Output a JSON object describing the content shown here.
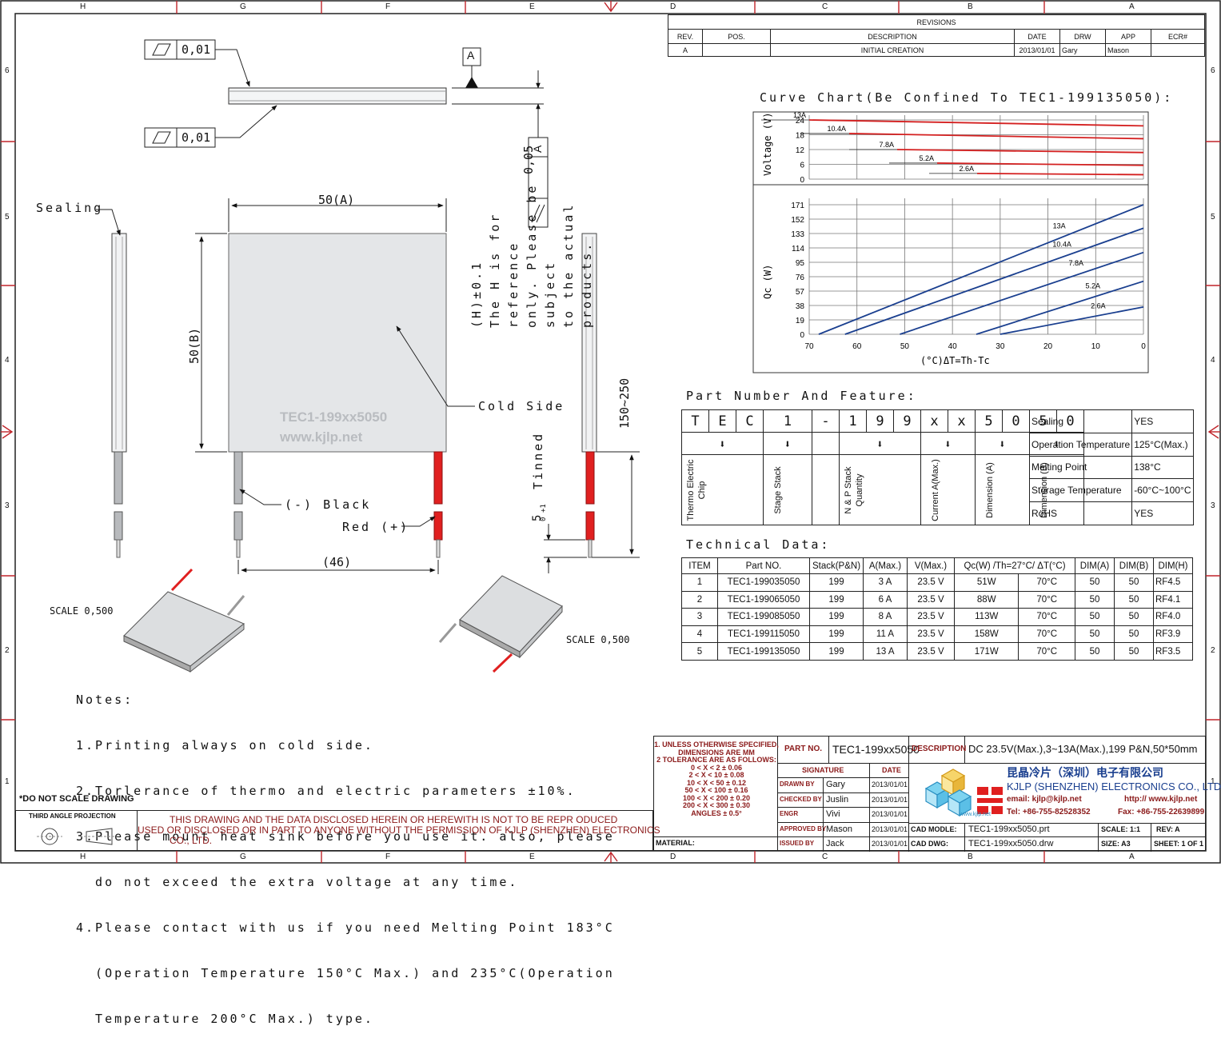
{
  "frame": {
    "zones_top": [
      "H",
      "G",
      "F",
      "E",
      "D",
      "C",
      "B",
      "A"
    ],
    "zones_side": [
      "6",
      "5",
      "4",
      "3",
      "2",
      "1"
    ]
  },
  "revisions": {
    "title": "REVISIONS",
    "headers": [
      "REV.",
      "POS.",
      "DESCRIPTION",
      "DATE",
      "DRW",
      "APP",
      "ECR#"
    ],
    "row": [
      "A",
      "",
      "INITIAL CREATION",
      "2013/01/01",
      "Gary",
      "Mason",
      ""
    ]
  },
  "drawing": {
    "flatness_1": "0,01",
    "flatness_2": "0,01",
    "datum": "A",
    "parallel_value": "0,05",
    "parallel_datum": "A",
    "h_note": [
      "(H)±0.1",
      "The H is for reference",
      "only. Please be subject",
      "to the actual products."
    ],
    "sealing": "Sealing",
    "dim_a": "50(A)",
    "dim_b": "50(B)",
    "module_label": "TEC1-199xx5050",
    "module_url": "www.kjlp.net",
    "cold_side": "Cold Side",
    "black_lead": "(-) Black",
    "red_lead": "Red (+)",
    "dim_46": "(46)",
    "tinned": "Tinned",
    "tin_len": "5",
    "tin_tol_plus": "+1",
    "tin_tol_minus": "0",
    "lead_len": "150~250",
    "scale_left": "SCALE  0,500",
    "scale_right": "SCALE  0,500"
  },
  "notes": {
    "title": "Notes:",
    "lines": [
      "1.Printing always on cold side.",
      "2.Torlerance of thermo and electric parameters ±10%.",
      "3.Please mount heat sink before you use it. also, please",
      "  do not exceed the extra voltage at any time.",
      "4.Please contact with us if you need Melting Point 183°C",
      "  (Operation Temperature 150°C Max.) and 235°C(Operation",
      "  Temperature 200°C Max.) type."
    ],
    "do_not_scale": "*DO NOT SCALE DRAWING"
  },
  "chart_title": "Curve Chart(Be Confined To TEC1-199135050):",
  "chart_data": [
    {
      "type": "line",
      "ylabel": "Voltage (V)",
      "yticks": [
        "24",
        "18",
        "12",
        "6",
        "0"
      ],
      "ylim": [
        0,
        24
      ],
      "xlim": [
        70,
        0
      ],
      "series": [
        {
          "name": "13A",
          "x": [
            70,
            0
          ],
          "y": [
            24.0,
            21.6
          ]
        },
        {
          "name": "10.4A",
          "x": [
            70,
            0
          ],
          "y": [
            18.5,
            16.4
          ]
        },
        {
          "name": "7.8A",
          "x": [
            70,
            0
          ],
          "y": [
            12.0,
            10.8
          ]
        },
        {
          "name": "5.2A",
          "x": [
            70,
            0
          ],
          "y": [
            6.5,
            5.6
          ]
        },
        {
          "name": "2.6A",
          "x": [
            70,
            0
          ],
          "y": [
            2.3,
            1.8
          ]
        }
      ]
    },
    {
      "type": "line",
      "ylabel": "Qc (W)",
      "xlabel": "(°C)ΔT=Th-Tc",
      "yticks": [
        "171",
        "152",
        "133",
        "114",
        "95",
        "76",
        "57",
        "38",
        "19",
        "0"
      ],
      "xticks": [
        "70",
        "60",
        "50",
        "40",
        "30",
        "20",
        "10",
        "0"
      ],
      "ylim": [
        0,
        171
      ],
      "xlim": [
        70,
        0
      ],
      "series": [
        {
          "name": "13A",
          "x": [
            68,
            0
          ],
          "y": [
            0,
            171
          ]
        },
        {
          "name": "10.4A",
          "x": [
            62.5,
            0
          ],
          "y": [
            0,
            140
          ]
        },
        {
          "name": "7.8A",
          "x": [
            51,
            0
          ],
          "y": [
            0,
            108
          ]
        },
        {
          "name": "5.2A",
          "x": [
            35,
            0
          ],
          "y": [
            0,
            70
          ]
        },
        {
          "name": "2.6A",
          "x": [
            30,
            0
          ],
          "y": [
            0,
            36
          ]
        }
      ]
    }
  ],
  "part_number": {
    "title": "Part Number And Feature:",
    "chars": [
      "T",
      "E",
      "C",
      "1",
      "-",
      "1",
      "9",
      "9",
      "x",
      "x",
      "5",
      "0",
      "5",
      "0"
    ],
    "captions": [
      "Thermo Electric Chip",
      "Stage Stack",
      "N & P Stack Quantity",
      "Current A(Max.)",
      "Dimension (A)",
      "Dimension (B)"
    ],
    "features": [
      {
        "label": "Sealing",
        "value": "YES"
      },
      {
        "label": "Operation Temperature",
        "value": "125°C(Max.)"
      },
      {
        "label": "Melting Point",
        "value": "138°C"
      },
      {
        "label": "Storage Temperature",
        "value": "-60°C~100°C"
      },
      {
        "label": "RoHS",
        "value": "YES"
      }
    ]
  },
  "technical": {
    "title": "Technical Data:",
    "headers": [
      "ITEM",
      "Part NO.",
      "Stack(P&N)",
      "A(Max.)",
      "V(Max.)",
      "Qc(W) /Th=27°C/ ΔT(°C)",
      "",
      "DIM(A)",
      "DIM(B)",
      "DIM(H)"
    ],
    "rows": [
      [
        "1",
        "TEC1-199035050",
        "199",
        "3 A",
        "23.5 V",
        "51W",
        "70°C",
        "50",
        "50",
        "RF4.5"
      ],
      [
        "2",
        "TEC1-199065050",
        "199",
        "6 A",
        "23.5 V",
        "88W",
        "70°C",
        "50",
        "50",
        "RF4.1"
      ],
      [
        "3",
        "TEC1-199085050",
        "199",
        "8 A",
        "23.5 V",
        "113W",
        "70°C",
        "50",
        "50",
        "RF4.0"
      ],
      [
        "4",
        "TEC1-199115050",
        "199",
        "11 A",
        "23.5 V",
        "158W",
        "70°C",
        "50",
        "50",
        "RF3.9"
      ],
      [
        "5",
        "TEC1-199135050",
        "199",
        "13 A",
        "23.5 V",
        "171W",
        "70°C",
        "50",
        "50",
        "RF3.5"
      ]
    ]
  },
  "title_block": {
    "tolerance": [
      "1. UNLESS OTHERWISE SPECIFIED,",
      "DIMENSIONS ARE MM",
      "2 TOLERANCE ARE AS FOLLOWS:",
      "0 < X <   2  ± 0.06",
      "2 < X <  10  ± 0.08",
      "10 < X <  50  ± 0.12",
      "50 < X < 100  ± 0.16",
      "100 < X < 200  ± 0.20",
      "200 < X < 300  ± 0.30",
      "ANGLES ± 0.5°"
    ],
    "material": "MATERIAL:",
    "third_angle": "THIRD ANGLE PROJECTION",
    "disclaimer": [
      "THIS DRAWING AND THE DATA DISCLOSED HEREIN OR HEREWITH IS NOT TO BE REPR ODUCED",
      "USED OR DISCLOSED OR IN PART TO ANYONE WITHOUT THE PERMISSION OF KJLP (SHENZHEN) ELECTRONICS",
      "CO., LTD."
    ],
    "part_no_label": "PART NO.",
    "part_no": "TEC1-199xx5050",
    "description_label": "DESCRIPTION",
    "description": "DC 23.5V(Max.),3~13A(Max.),199 P&N,50*50mm",
    "signature": "SIGNATURE",
    "date": "DATE",
    "roles": [
      {
        "role": "DRAWN BY",
        "name": "Gary",
        "date": "2013/01/01"
      },
      {
        "role": "CHECKED BY",
        "name": "Juslin",
        "date": "2013/01/01"
      },
      {
        "role": "ENGR",
        "name": "Vivi",
        "date": "2013/01/01"
      },
      {
        "role": "APPROVED BY",
        "name": "Mason",
        "date": "2013/01/01"
      },
      {
        "role": "ISSUED BY",
        "name": "Jack",
        "date": "2013/01/01"
      }
    ],
    "company_cn": "昆晶冷片（深圳）电子有限公司",
    "company_en": "KJLP (SHENZHEN) ELECTRONICS CO., LTD",
    "email": "email: kjlp@kjlp.net",
    "http": "http:// www.kjlp.net",
    "tel": "Tel: +86-755-82528352",
    "fax": "Fax: +86-755-22639899",
    "logo_url": "www.kjlp.net",
    "cad_model_label": "CAD MODLE:",
    "cad_model": "TEC1-199xx5050.prt",
    "cad_dwg_label": "CAD DWG:",
    "cad_dwg": "TEC1-199xx5050.drw",
    "scale_label": "SCALE: 1:1",
    "rev_label": "REV: A",
    "size_label": "SIZE: A3",
    "sheet_label": "SHEET: 1 OF 1"
  },
  "colors": {
    "red_lead": "#e02020",
    "chart_line": "#1a3f8f",
    "chart_red": "#d42020",
    "module": "#e4e6e8"
  }
}
